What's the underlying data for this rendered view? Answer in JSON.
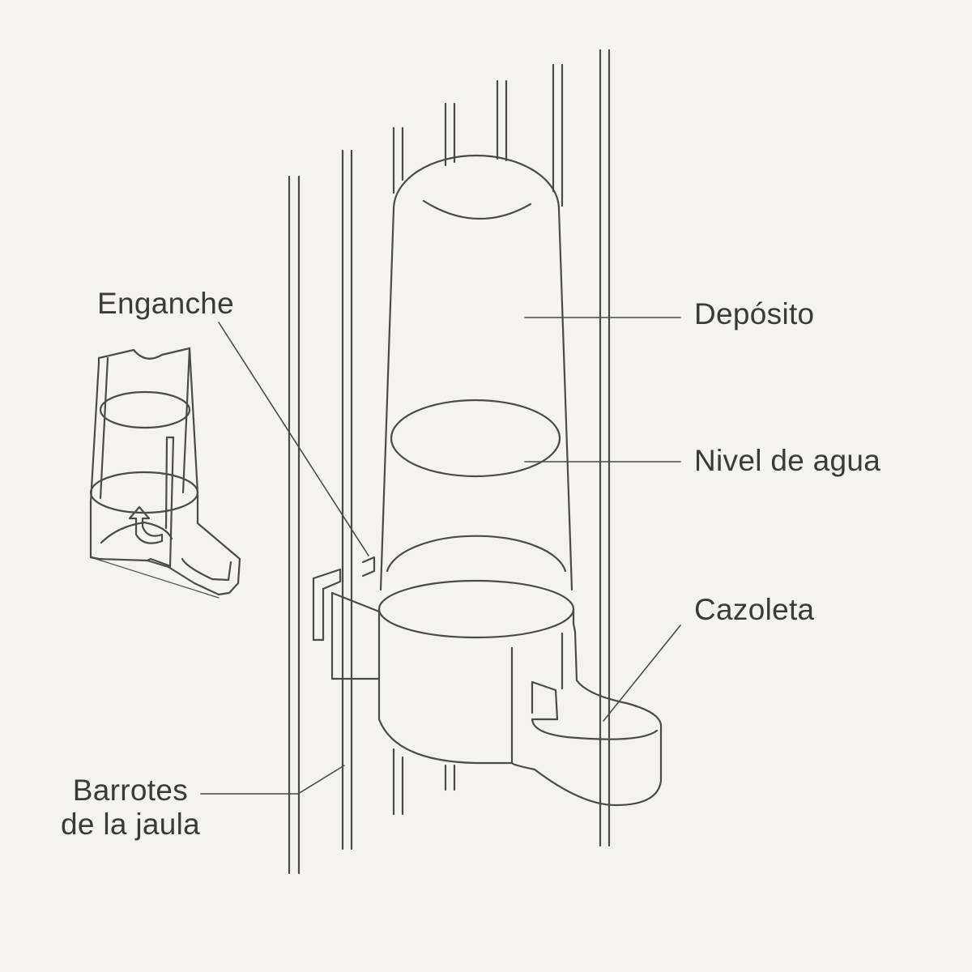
{
  "labels": {
    "deposito": "Depósito",
    "nivel_agua": "Nivel de agua",
    "cazoleta": "Cazoleta",
    "enganche": "Enganche",
    "barrotes_line1": "Barrotes",
    "barrotes_line2": "de la jaula"
  },
  "colors": {
    "background": "#f4f3ef",
    "line": "#4a4a4a",
    "text": "#3a3a3a"
  }
}
